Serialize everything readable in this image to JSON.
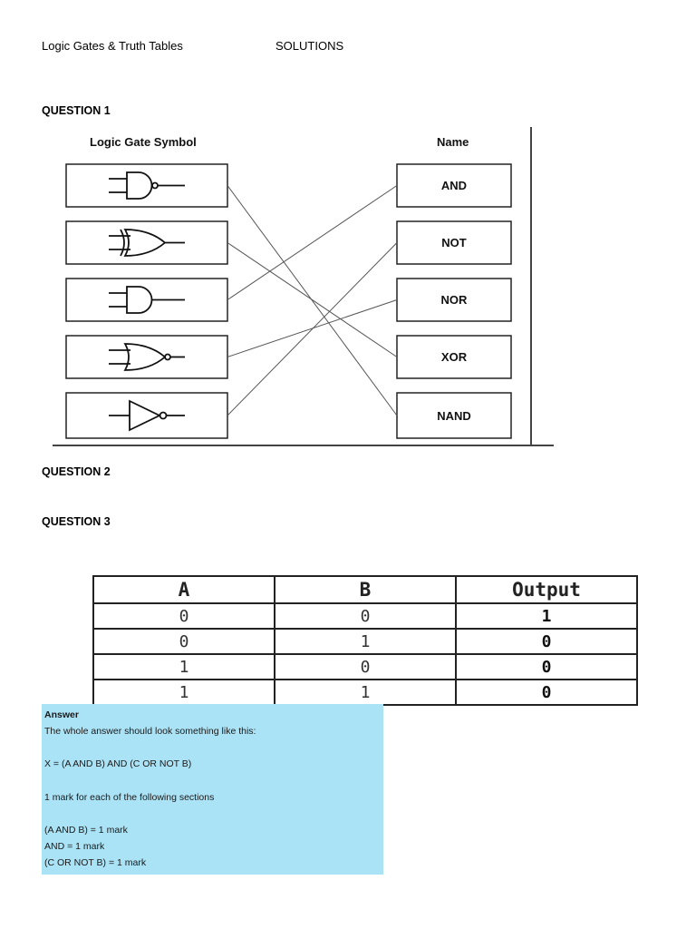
{
  "header": {
    "title": "Logic Gates & Truth Tables",
    "label": "SOLUTIONS"
  },
  "question1": {
    "heading": "QUESTION 1",
    "symbol_header": "Logic Gate Symbol",
    "name_header": "Name",
    "gate_symbols": [
      "nand-gate-icon",
      "xor-gate-icon",
      "and-gate-icon",
      "nor-gate-icon",
      "not-gate-icon"
    ],
    "names": [
      "AND",
      "NOT",
      "NOR",
      "XOR",
      "NAND"
    ],
    "connections": [
      [
        0,
        4
      ],
      [
        1,
        3
      ],
      [
        2,
        0
      ],
      [
        3,
        2
      ],
      [
        4,
        1
      ]
    ]
  },
  "question2": {
    "heading": "QUESTION 2"
  },
  "question3": {
    "heading": "QUESTION 3",
    "table": {
      "headers": [
        "A",
        "B",
        "Output"
      ],
      "rows": [
        [
          "0",
          "0",
          "1"
        ],
        [
          "0",
          "1",
          "0"
        ],
        [
          "1",
          "0",
          "0"
        ],
        [
          "1",
          "1",
          "0"
        ]
      ]
    }
  },
  "answer": {
    "title": "Answer",
    "intro": "The whole answer should look something like this:",
    "expression": "X = (A AND B) AND (C OR NOT B)",
    "marks_intro": "1 mark for each of the following sections",
    "marks": [
      "(A AND  B) = 1 mark",
      "AND = 1 mark",
      "(C OR NOT B) = 1 mark"
    ]
  }
}
